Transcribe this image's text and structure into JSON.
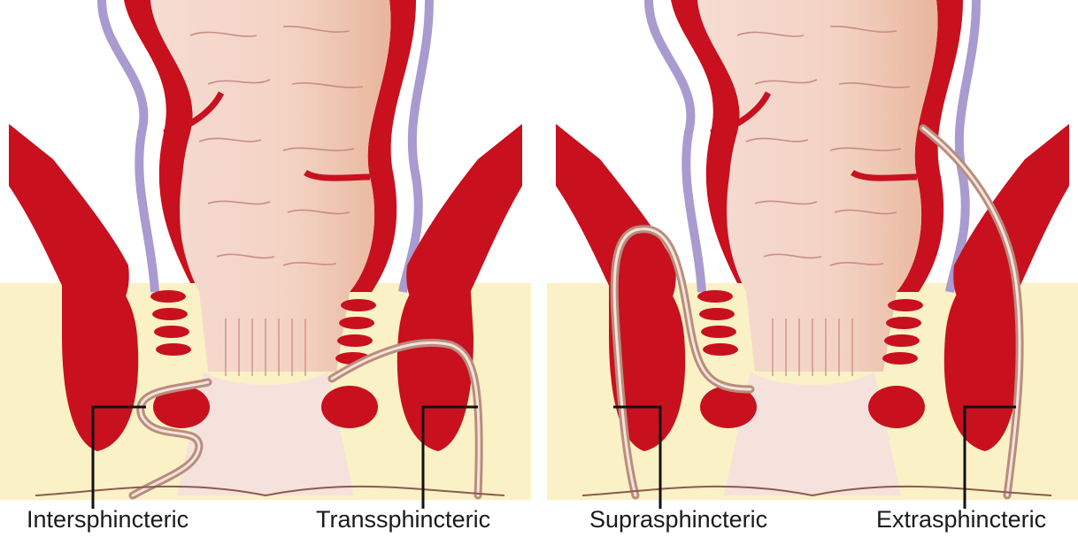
{
  "labels": {
    "intersphincteric": "Intersphincteric",
    "transsphincteric": "Transsphincteric",
    "suprasphincteric": "Suprasphincteric",
    "extrasphincteric": "Extrasphincteric"
  },
  "colors": {
    "muscle": "#c8101e",
    "muscle_dark": "#9e0b14",
    "mucosa": "#f3c6c0",
    "lumen": "#f6d9cf",
    "peritoneum": "#a99ad0",
    "fat": "#fbf0c0",
    "skin": "#f8e6e0",
    "tract": "#b98d7c",
    "line": "#111111"
  }
}
